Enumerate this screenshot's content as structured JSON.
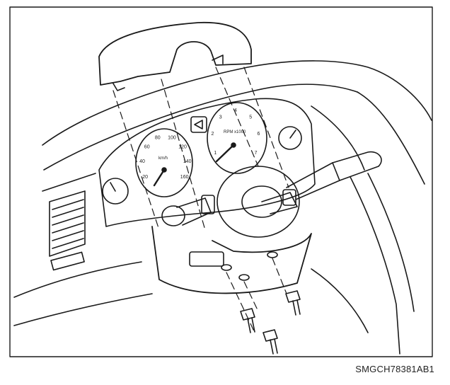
{
  "figure": {
    "code": "SMGCH78381AB1",
    "speedo_numbers": [
      "20",
      "40",
      "60",
      "80",
      "100",
      "120",
      "140",
      "160"
    ],
    "speedo_units": "km/h",
    "tacho_numbers": [
      "1",
      "2",
      "3",
      "4",
      "5",
      "6",
      "7"
    ],
    "tacho_units": "RPM x1000"
  },
  "colors": {
    "ink": "#1a1a1a",
    "paper": "#ffffff"
  }
}
